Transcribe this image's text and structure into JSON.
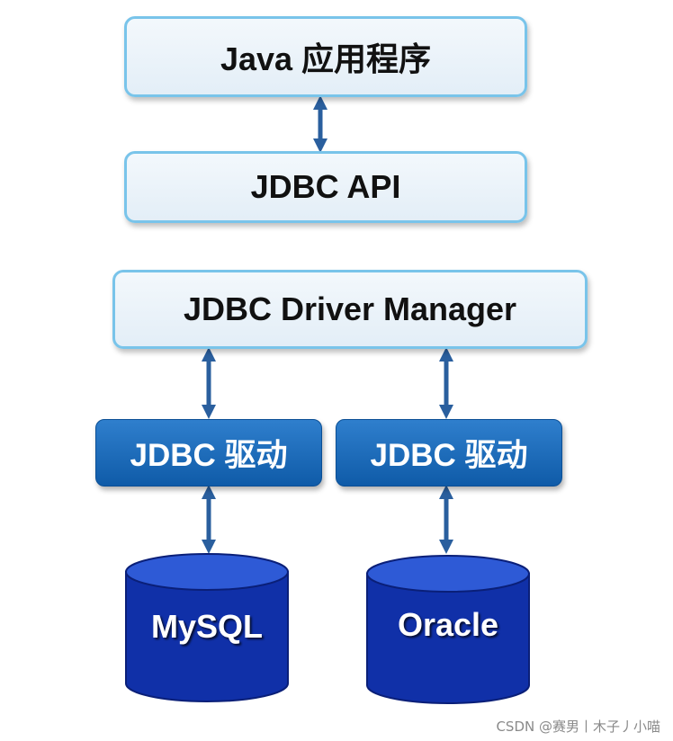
{
  "layers": {
    "java_app": "Java 应用程序",
    "jdbc_api": "JDBC API",
    "driver_manager": "JDBC Driver Manager"
  },
  "drivers": [
    {
      "label": "JDBC 驱动"
    },
    {
      "label": "JDBC 驱动"
    }
  ],
  "databases": [
    {
      "label": "MySQL"
    },
    {
      "label": "Oracle"
    }
  ],
  "colors": {
    "light_box_fill": "#e8f1f9",
    "light_box_border": "#79c4ea",
    "driver_box_fill": "#1d6fbf",
    "arrow": "#2a5f9e",
    "cylinder_body": "#1030a8",
    "cylinder_top": "#2e5ad6"
  },
  "watermark": "CSDN @赛男丨木子丿小喵"
}
